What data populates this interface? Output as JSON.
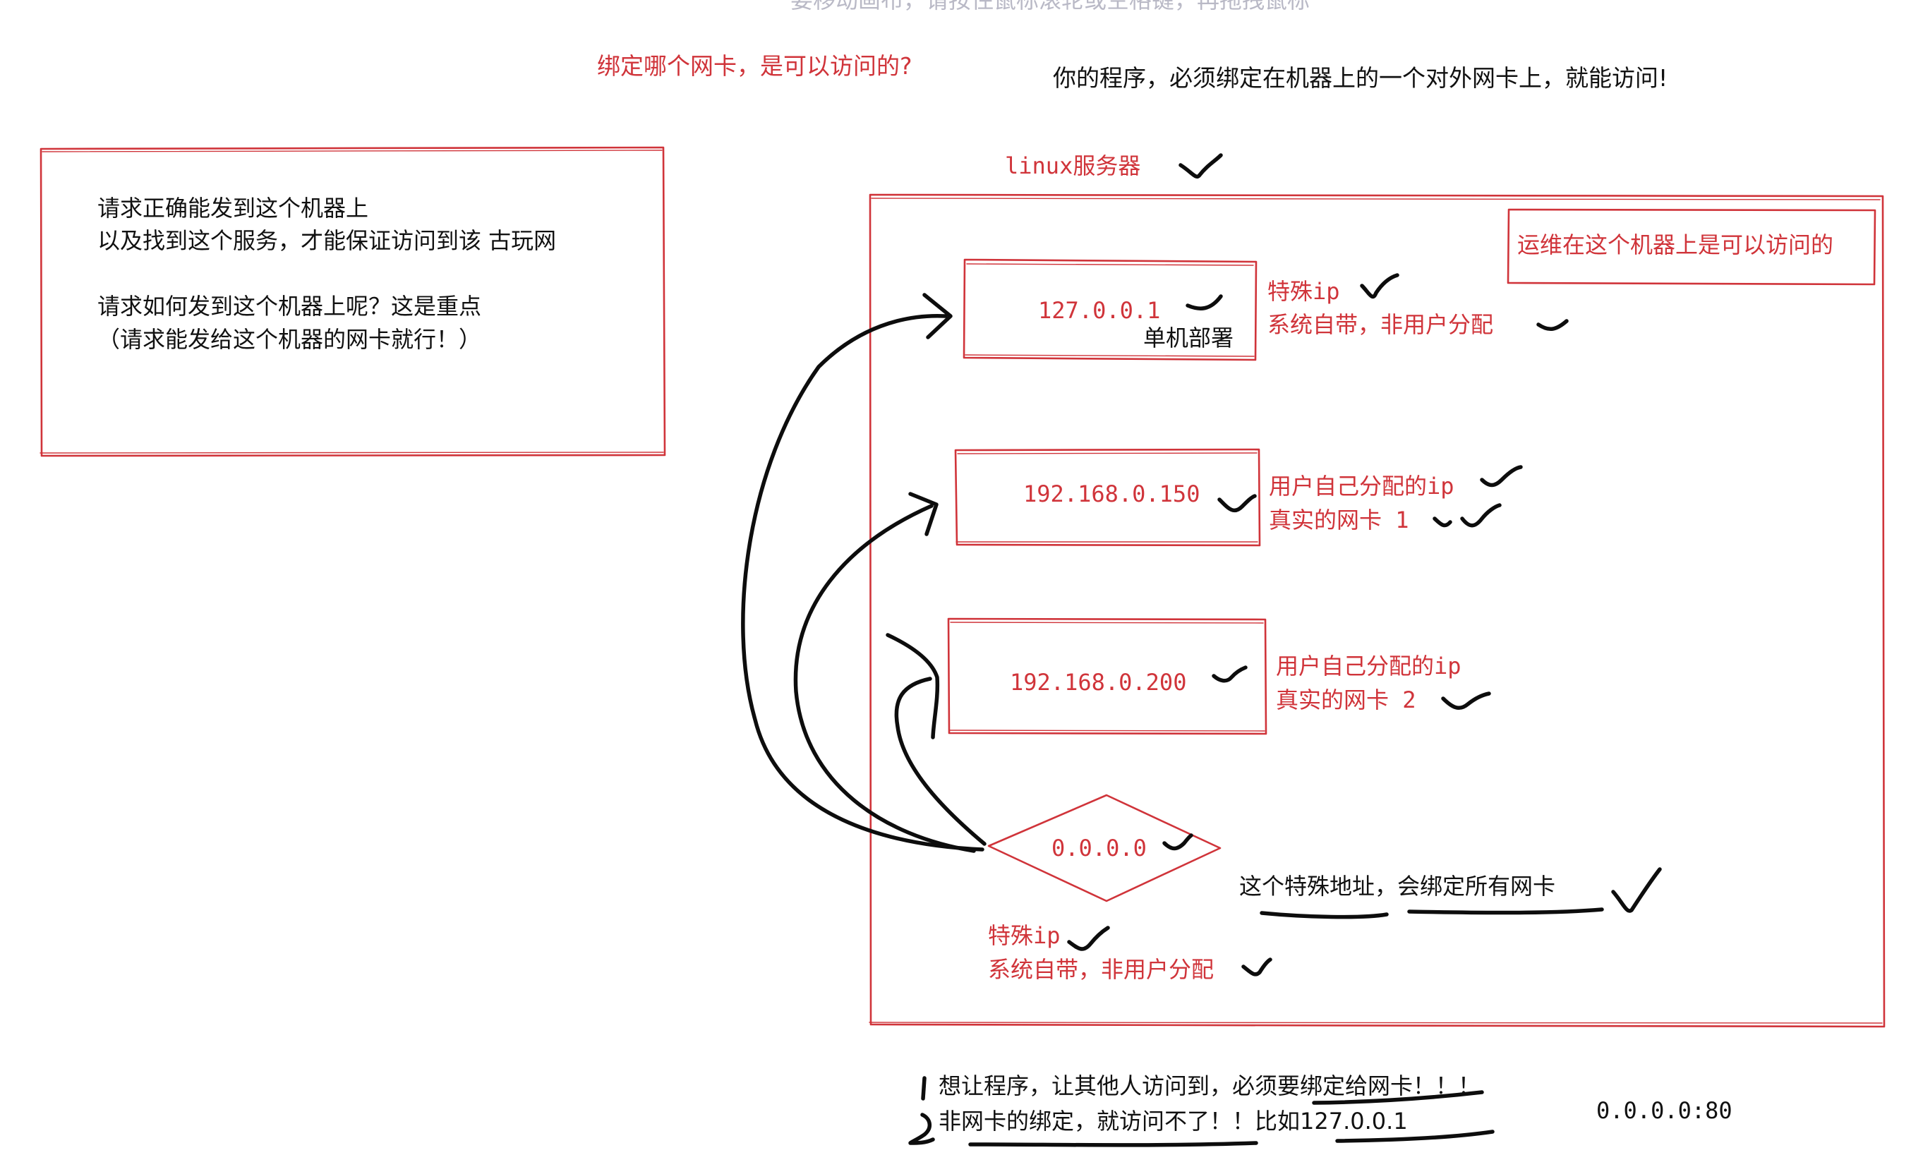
{
  "header": {
    "top_hint": "要移动画布，请按住鼠标滚轮或空格键，再拖拽鼠标",
    "question": "绑定哪个网卡，是可以访问的?",
    "statement": "你的程序，必须绑定在机器上的一个对外网卡上，就能访问!"
  },
  "note_box": {
    "line1": "请求正确能发到这个机器上",
    "line2": "以及找到这个服务，才能保证访问到该  古玩网",
    "line3": "请求如何发到这个机器上呢？这是重点",
    "line4": "（请求能发给这个机器的网卡就行！）"
  },
  "server": {
    "label": "linux服务器",
    "ops_note": "运维在这个机器上是可以访问的"
  },
  "nics": [
    {
      "ip": "127.0.0.1",
      "sublabel": "单机部署",
      "desc1": "特殊ip",
      "desc2": "系统自带，非用户分配"
    },
    {
      "ip": "192.168.0.150",
      "desc1": "用户自己分配的ip",
      "desc2": "真实的网卡 1"
    },
    {
      "ip": "192.168.0.200",
      "desc1": "用户自己分配的ip",
      "desc2": "真实的网卡 2"
    }
  ],
  "any_addr": {
    "ip": "0.0.0.0",
    "note": "这个特殊地址，会绑定所有网卡",
    "desc1": "特殊ip",
    "desc2": "系统自带，非用户分配"
  },
  "bottom": {
    "line1": "想让程序，让其他人访问到，必须要绑定给网卡！！！",
    "line2": "非网卡的绑定，就访问不了！！比如127.0.0.1",
    "port_example": "0.0.0.0:80"
  },
  "colors": {
    "red": "#d0343a",
    "ink": "#111111",
    "hint": "#b9b9c6"
  }
}
